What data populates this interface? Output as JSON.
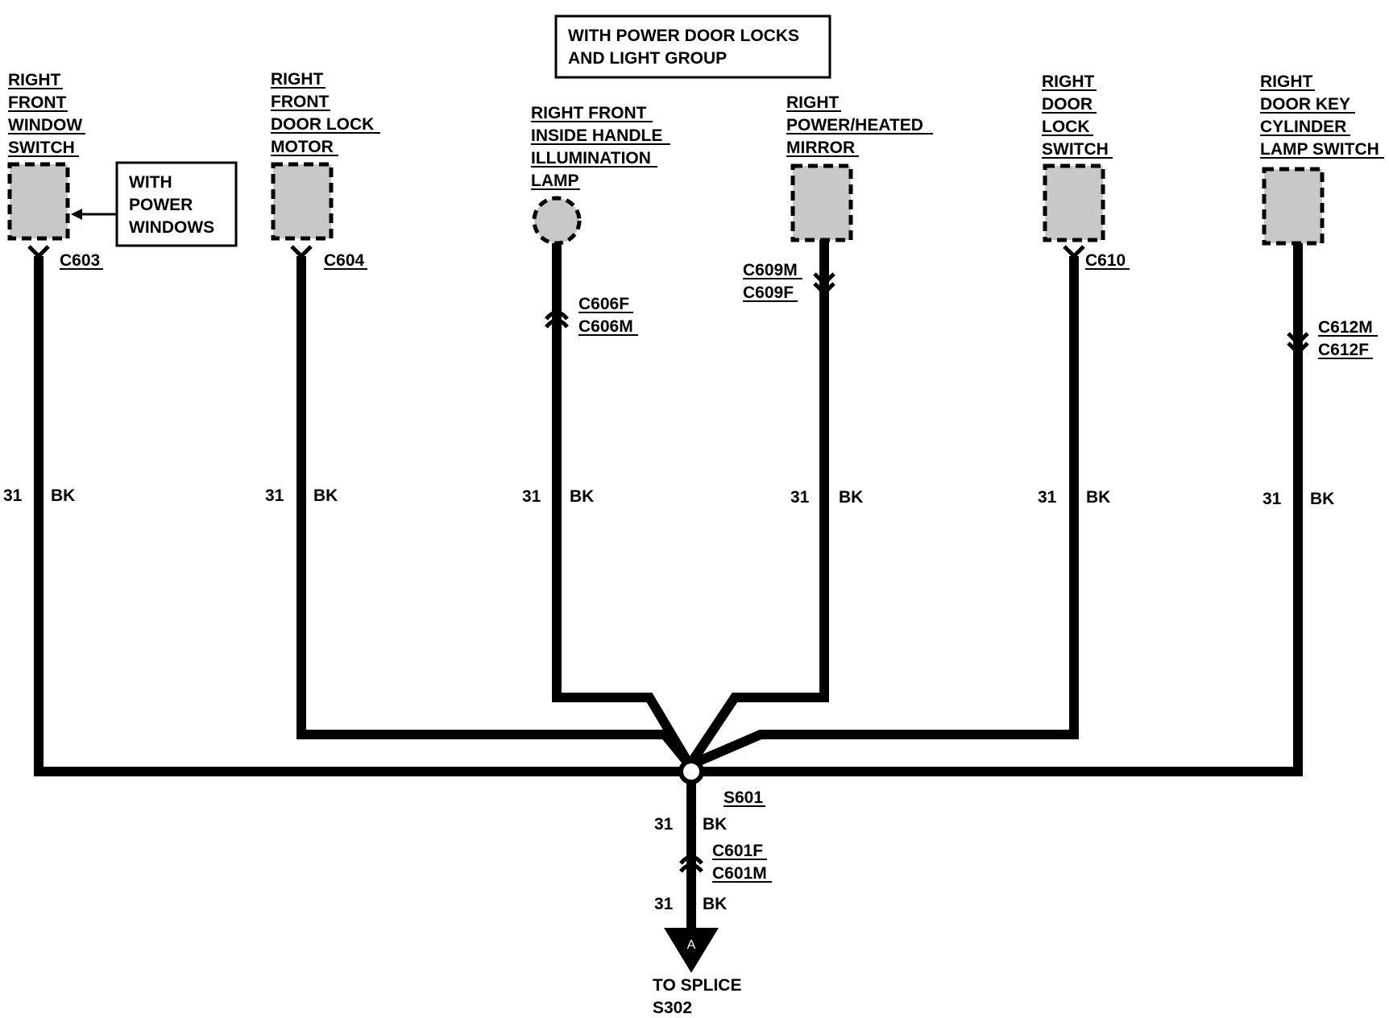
{
  "header_box": {
    "lines": [
      "WITH POWER DOOR LOCKS",
      "AND LIGHT GROUP"
    ]
  },
  "option_box": {
    "lines": [
      "WITH",
      "POWER",
      "WINDOWS"
    ]
  },
  "wire_label": {
    "circuit": "31",
    "color": "BK"
  },
  "components": [
    {
      "name": [
        "RIGHT",
        "FRONT",
        "WINDOW",
        "SWITCH"
      ],
      "connector": [
        "C603"
      ]
    },
    {
      "name": [
        "RIGHT",
        "FRONT",
        "DOOR LOCK",
        "MOTOR"
      ],
      "connector": [
        "C604"
      ]
    },
    {
      "name": [
        "RIGHT FRONT",
        "INSIDE HANDLE",
        "ILLUMINATION",
        "LAMP"
      ],
      "connector": [
        "C606F",
        "C606M"
      ]
    },
    {
      "name": [
        "RIGHT",
        "POWER/HEATED",
        "MIRROR"
      ],
      "connector": [
        "C609M",
        "C609F"
      ]
    },
    {
      "name": [
        "RIGHT",
        "DOOR",
        "LOCK",
        "SWITCH"
      ],
      "connector": [
        "C610"
      ]
    },
    {
      "name": [
        "RIGHT",
        "DOOR KEY",
        "CYLINDER",
        "LAMP SWITCH"
      ],
      "connector": [
        "C612M",
        "C612F"
      ]
    }
  ],
  "splice": {
    "label": "S601"
  },
  "lower_connector": [
    "C601F",
    "C601M"
  ],
  "destination": {
    "marker": "A",
    "lines": [
      "TO SPLICE",
      "S302"
    ]
  }
}
